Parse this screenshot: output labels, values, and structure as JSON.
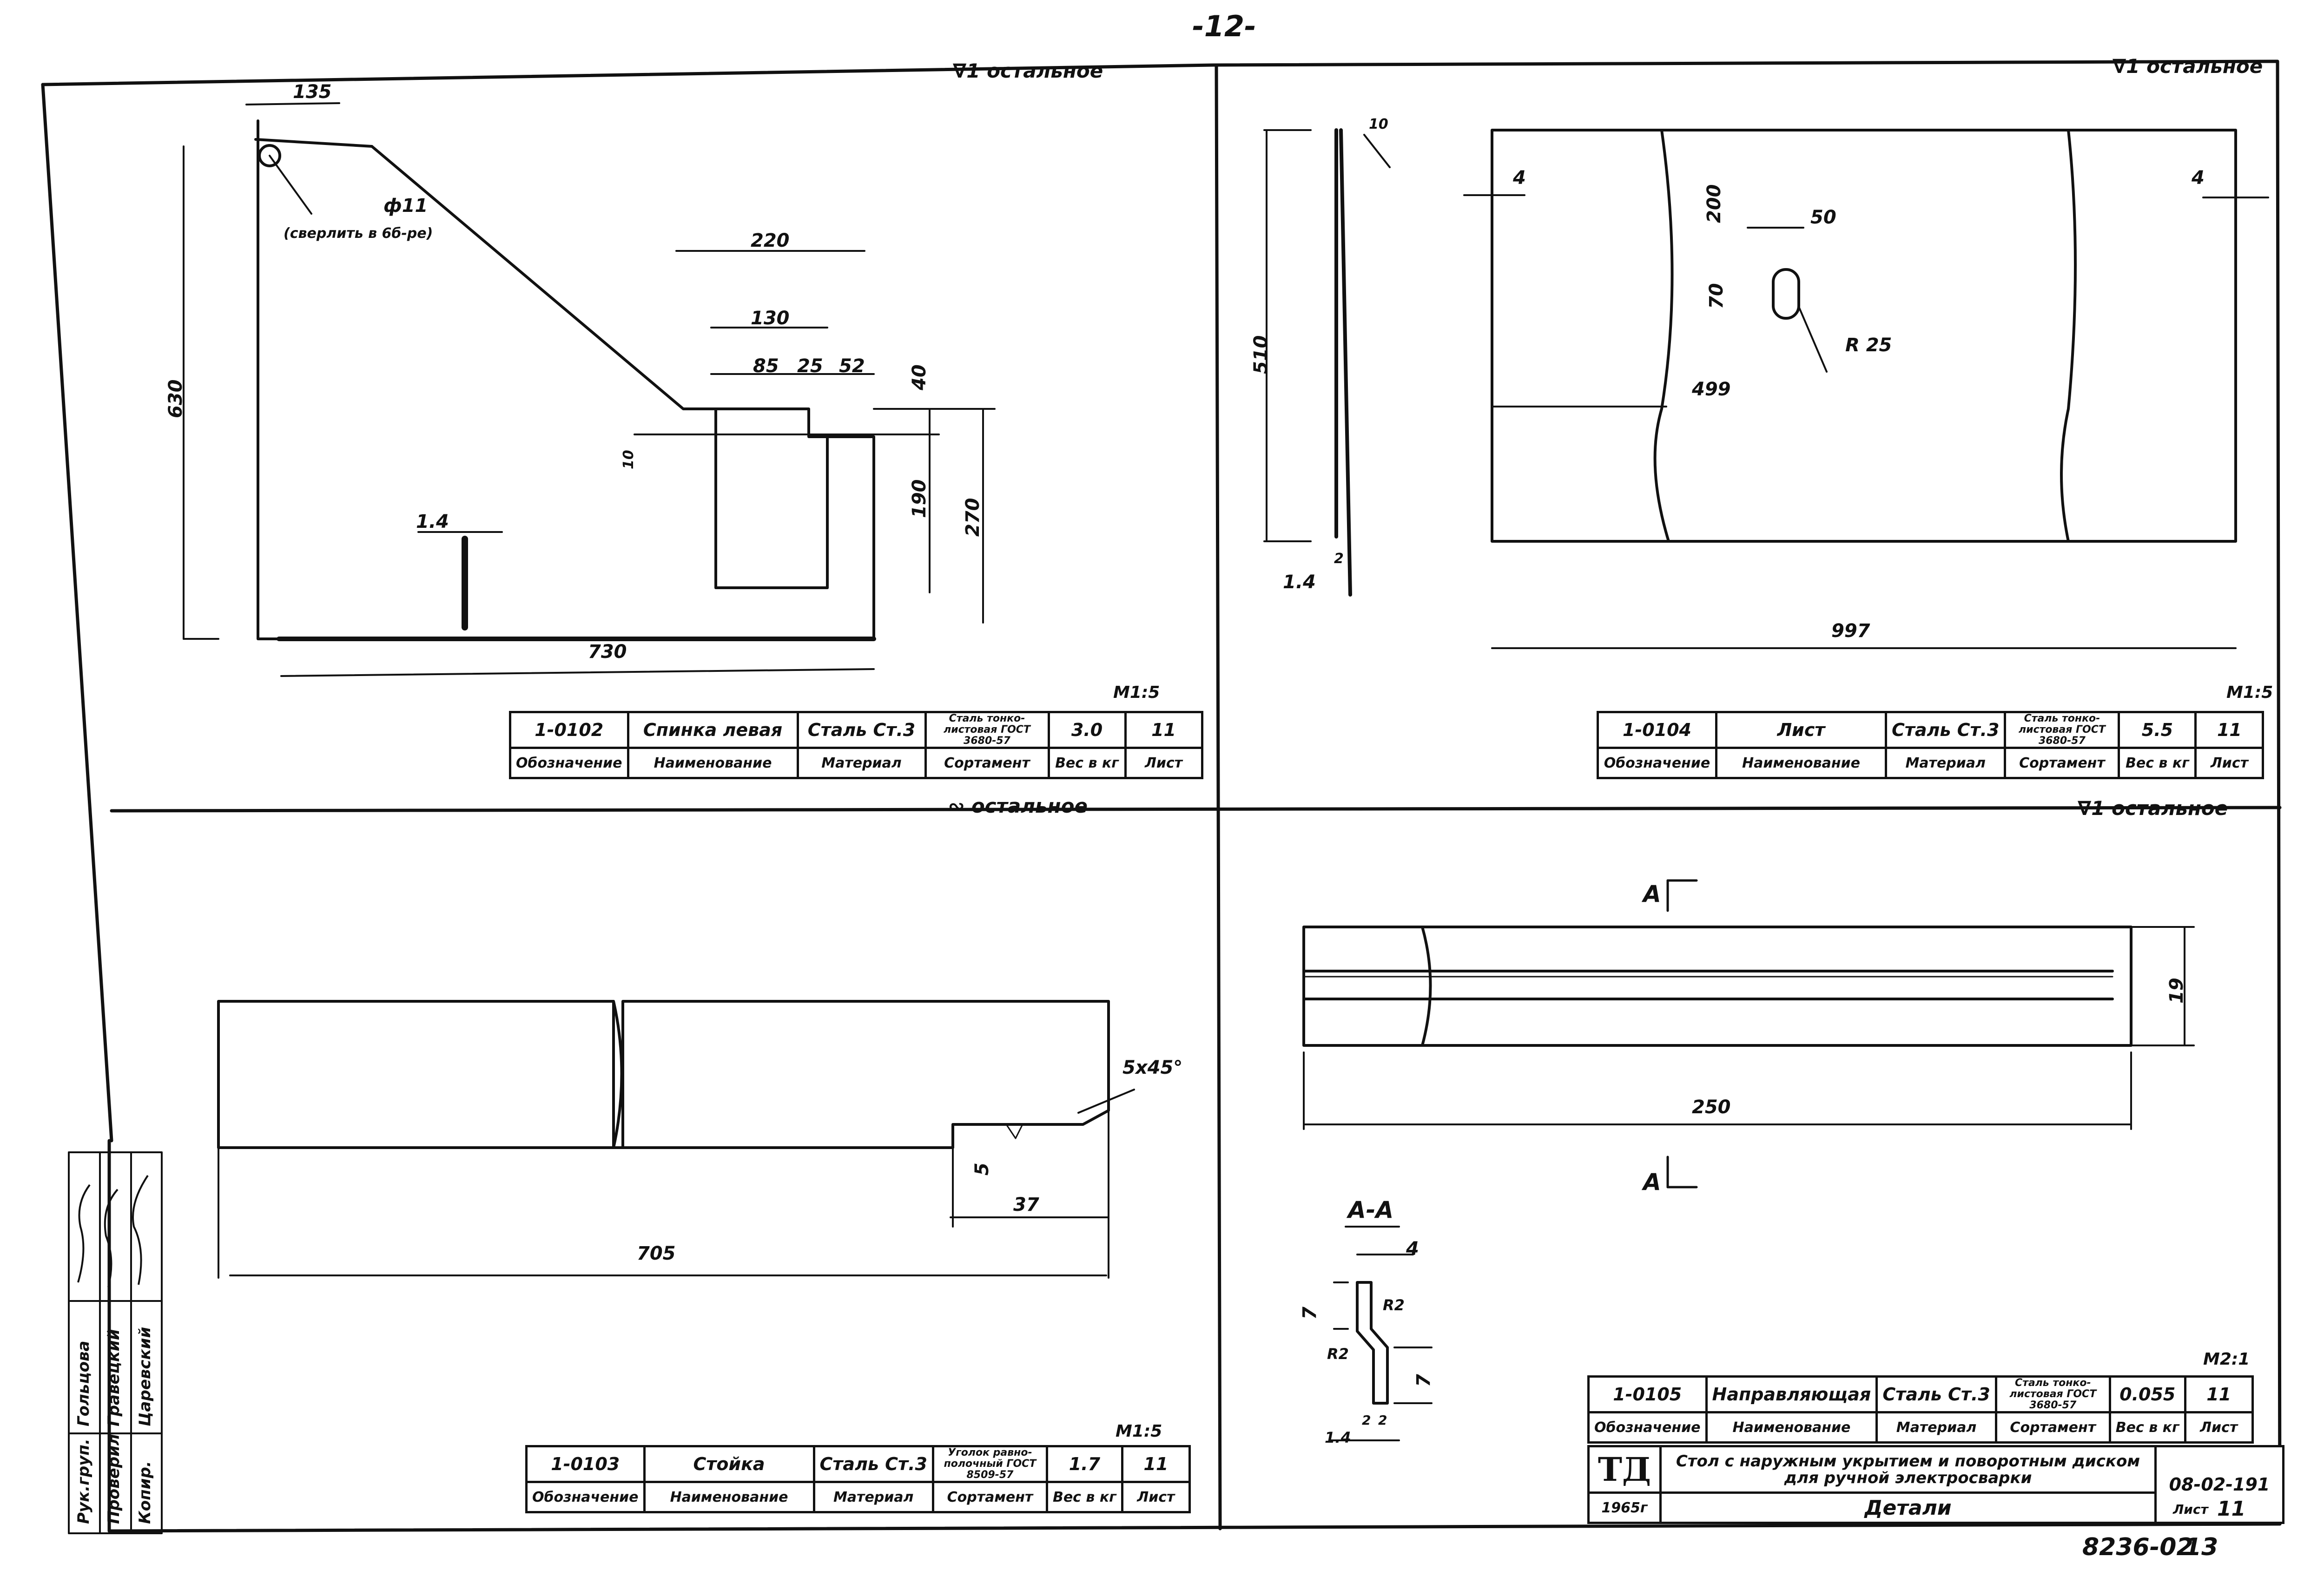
{
  "page_number": "-12-",
  "doc_code_bottom": "8236-02",
  "doc_sheet_bottom": "13",
  "columns": {
    "designation": "Обозначение",
    "name": "Наименование",
    "material": "Материал",
    "assortment": "Сортамент",
    "weight": "Вес в кг",
    "sheet": "Лист"
  },
  "q1": {
    "roughness": "∇1 остальное",
    "scale": "М1:5",
    "hole_note": "(сверлить в 6б-ре)",
    "hole_dia": "ф11",
    "dims": [
      "135",
      "220",
      "130",
      "85",
      "25",
      "52",
      "40",
      "630",
      "190",
      "270",
      "1.4",
      "730",
      "10"
    ],
    "row": {
      "designation": "1-0102",
      "name": "Спинка левая",
      "material": "Сталь Ст.3",
      "assortment": "Сталь тонко-листовая ГОСТ 3680-57",
      "weight": "3.0",
      "sheet": "11"
    }
  },
  "q2": {
    "roughness": "∇1 остальное",
    "scale": "М1:5",
    "dims": [
      "10",
      "4",
      "200",
      "50",
      "70",
      "R 25",
      "510",
      "499",
      "1.4",
      "2",
      "997",
      "4"
    ],
    "row": {
      "designation": "1-0104",
      "name": "Лист",
      "material": "Сталь Ст.3",
      "assortment": "Сталь тонко-листовая ГОСТ 3680-57",
      "weight": "5.5",
      "sheet": "11"
    }
  },
  "q3": {
    "roughness": "∾ остальное",
    "scale": "М1:5",
    "dims": [
      "5x45°",
      "37",
      "705",
      "5"
    ],
    "row": {
      "designation": "1-0103",
      "name": "Стойка",
      "material": "Сталь Ст.3",
      "assortment": "Уголок равно-полочный ГОСТ 8509-57",
      "weight": "1.7",
      "sheet": "11"
    }
  },
  "q4": {
    "roughness": "∇1 остальное",
    "scale": "М2:1",
    "section_label": "А-А",
    "section_marker": "А",
    "dims": [
      "19",
      "250",
      "4",
      "7",
      "R2",
      "R2",
      "7",
      "1.4",
      "2",
      "2"
    ],
    "row": {
      "designation": "1-0105",
      "name": "Направляющая",
      "material": "Сталь Ст.3",
      "assortment": "Сталь тонко-листовая ГОСТ 3680-57",
      "weight": "0.055",
      "sheet": "11"
    }
  },
  "title_block": {
    "logo": "ТД",
    "year": "1965г",
    "title": "Стол с наружным укрытием и поворотным диском для ручной электросварки",
    "subtitle": "Детали",
    "code": "08-02-191",
    "sheet_label": "Лист",
    "sheet_value": "11"
  },
  "stamp": {
    "roles": [
      "Рук.груп.",
      "Проверил",
      "Копир."
    ],
    "names": [
      "Гольцова",
      "Гравецкий",
      "Царевский"
    ]
  }
}
